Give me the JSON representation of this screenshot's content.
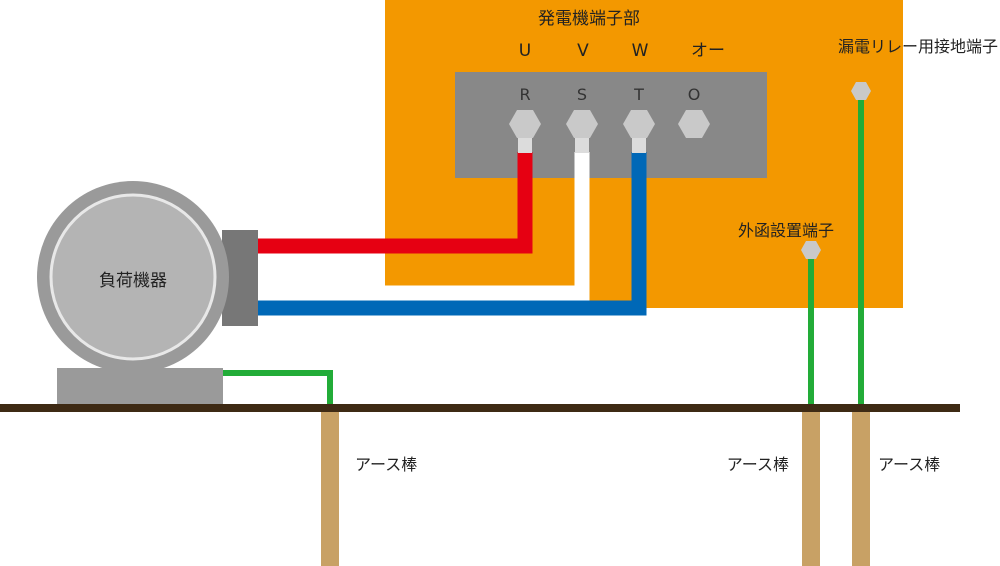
{
  "colors": {
    "generator_panel": "#f39800",
    "terminal_block": "#888888",
    "phase_r": "#e60012",
    "phase_s": "#ffffff",
    "phase_t": "#0068b7",
    "ground_wire": "#22ac38",
    "earth_rod": "#c8a165",
    "ground_line": "#3e2a14",
    "motor_body": "#9a9a9a",
    "motor_face": "#b4b4b4",
    "bolt": "#c9c9c9"
  },
  "generator": {
    "title": "発電機端子部",
    "phase_labels": [
      "U",
      "V",
      "W",
      "オー"
    ],
    "terminal_labels": [
      "R",
      "S",
      "T",
      "O"
    ],
    "leakage_relay_ground_label": "漏電リレー用接地端子",
    "enclosure_ground_label": "外函設置端子"
  },
  "load": {
    "label": "負荷機器"
  },
  "earth_rods": {
    "labels": [
      "アース棒",
      "アース棒",
      "アース棒"
    ]
  }
}
